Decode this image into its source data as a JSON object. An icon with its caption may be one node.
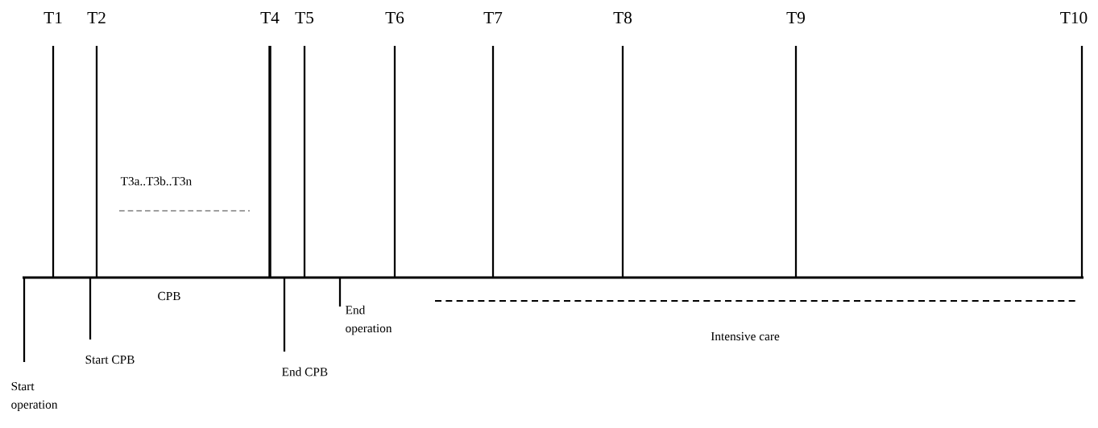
{
  "diagram": {
    "labels": [
      "T1",
      "T2",
      "T4",
      "T5",
      "T6",
      "T7",
      "T8",
      "T9",
      "T10",
      "T3a..T3b..T3n",
      "CPB",
      "End operation",
      "Intensive care",
      "Start CPB",
      "End CPB",
      "Start operation"
    ]
  }
}
